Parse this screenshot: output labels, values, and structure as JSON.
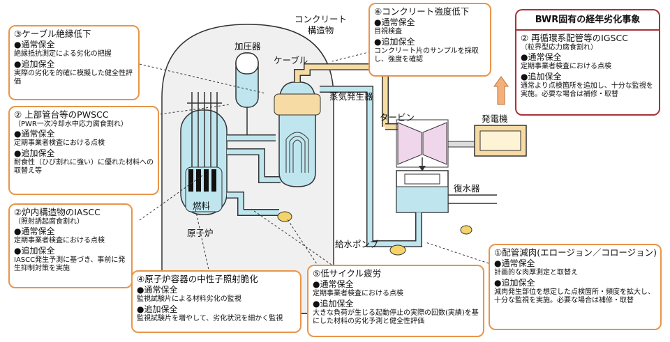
{
  "labels": {
    "concrete_structure": "コンクリート\n構造物",
    "pressurizer": "加圧器",
    "cable": "ケーブル",
    "steam_generator": "蒸気発生器",
    "turbine": "タービン",
    "generator": "発電機",
    "condenser": "復水器",
    "feedwater_pump": "給水ポンプ",
    "fuel": "燃料",
    "reactor": "原子炉"
  },
  "boxes": {
    "cable": {
      "title": "③ケーブル絶縁低下",
      "normal_head": "●通常保全",
      "normal": "絶縁抵抗測定による劣化の把握",
      "add_head": "●追加保全",
      "add": "実際の劣化を的確に模擬した健全性評価"
    },
    "pwscc": {
      "title": "② 上部管台等のPWSCC",
      "sub": "（PWR一次冷却水中応力腐食割れ）",
      "normal_head": "●通常保全",
      "normal": "定期事業者検査における点検",
      "add_head": "●追加保全",
      "add": "耐食性（ひび割れに強い）に優れた材料への取替え等"
    },
    "iascc": {
      "title": "②炉内構造物のIASCC",
      "sub": "（照射誘起腐食割れ）",
      "normal_head": "●通常保全",
      "normal": "定期事業者検査における点検",
      "add_head": "●追加保全",
      "add": "IASCC発生予測に基づき、事前に発生抑制対策を実施"
    },
    "embrittle": {
      "title": "④原子炉容器の中性子照射脆化",
      "normal_head": "●通常保全",
      "normal": "監視試験片による材料劣化の監視",
      "add_head": "●追加保全",
      "add": "監視試験片を増やして、劣化状況を細かく監視"
    },
    "fatigue": {
      "title": "⑤低サイクル疲労",
      "normal_head": "●通常保全",
      "normal": "定期事業者検査における点検",
      "add_head": "●追加保全",
      "add": "大きな負荷が生じる起動停止の実際の回数(実績)を基にした材料の劣化予測と健全性評価"
    },
    "concrete": {
      "title": "⑥コンクリート強度低下",
      "normal_head": "●通常保全",
      "normal": "目視検査",
      "add_head": "●追加保全",
      "add": "コンクリート片のサンプルを採取し、強度を確認"
    },
    "thinning": {
      "title": "①配管減肉(エロージョン／コロージョン)",
      "normal_head": "●通常保全",
      "normal": "計画的な肉厚測定と取替え",
      "add_head": "●追加保全",
      "add": "減肉発生部位を想定した点検箇所・頻度を拡大し、十分な監視を実施。必要な場合は補修・取替"
    },
    "bwr": {
      "header": "BWR固有の経年劣化事象",
      "title": "② 再循環系配管等のIGSCC",
      "sub": "（粒界型応力腐食割れ）",
      "normal_head": "●通常保全",
      "normal": "定期事業者検査における点検",
      "add_head": "●追加保全",
      "add": "通常より点検箇所を追加し、十分な監視を実施。必要な場合は補修・取替"
    }
  }
}
